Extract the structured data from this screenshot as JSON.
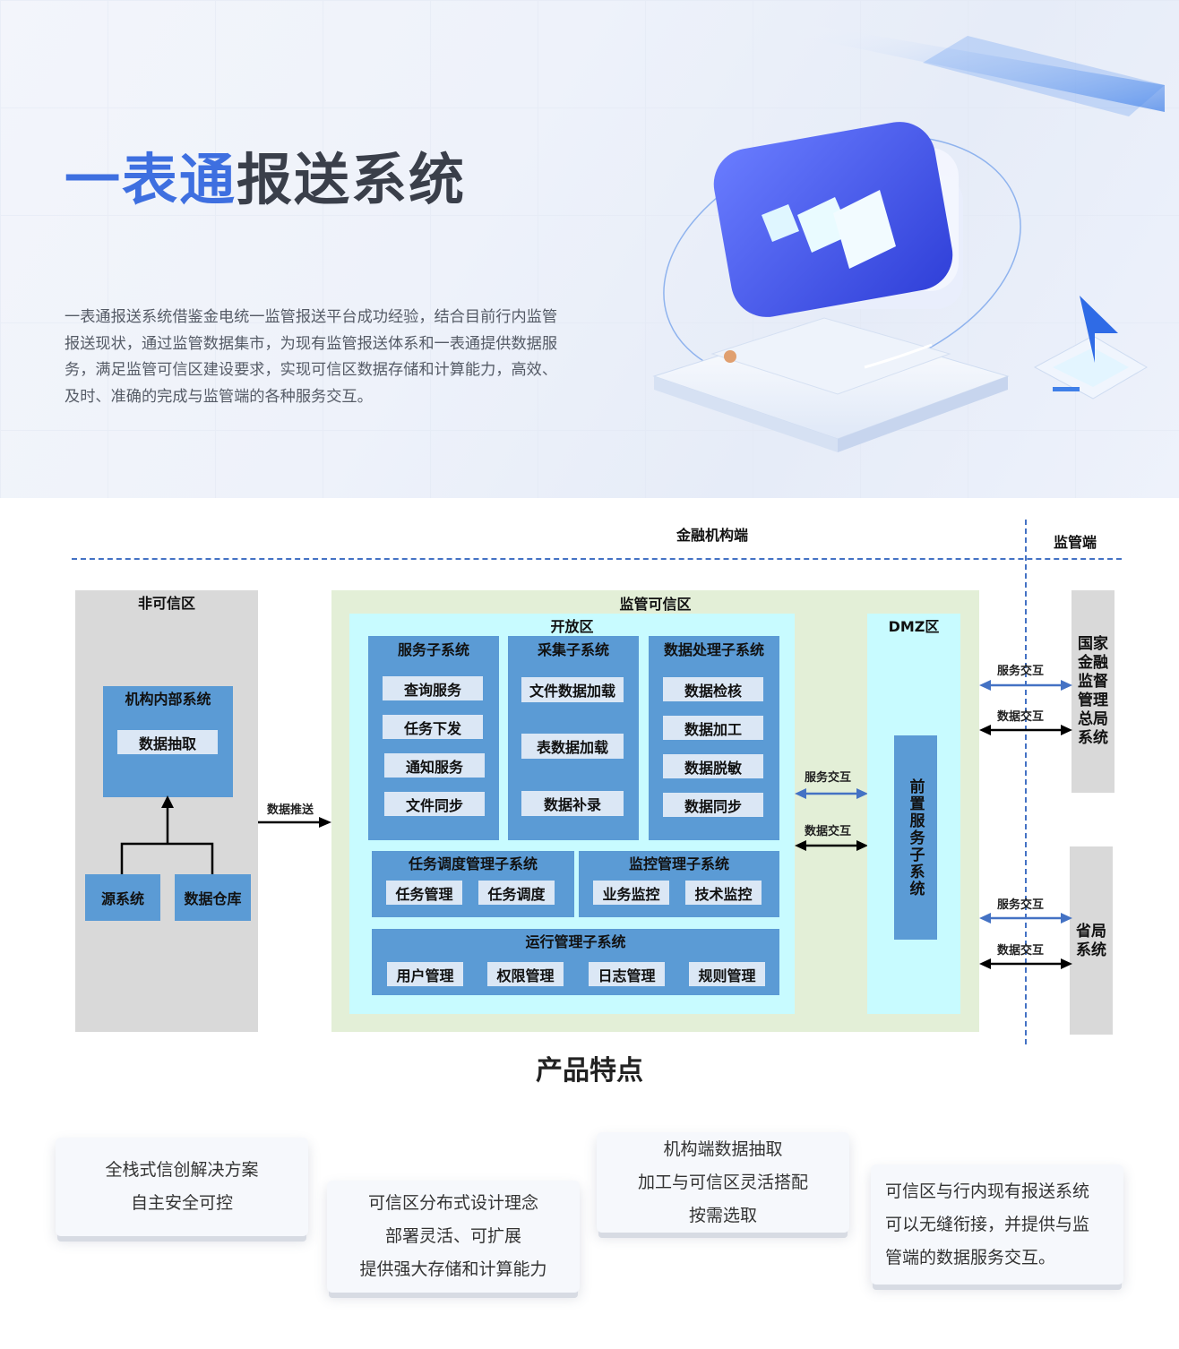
{
  "hero": {
    "title_accent": "一表通",
    "title_rest": "报送系统",
    "description": "一表通报送系统借鉴金电统一监管报送平台成功经验，结合目前行内监管报送现状，通过监管数据集市，为现有监管报送体系和一表通提供数据服务，满足监管可信区建设要求，实现可信区数据存储和计算能力，高效、及时、准确的完成与监管端的各种服务交互。"
  },
  "diagram": {
    "institution_side": "金融机构端",
    "regulator_side": "监管端",
    "untrusted_zone": {
      "title": "非可信区",
      "internal_system": "机构内部系统",
      "data_extraction": "数据抽取",
      "source_system": "源系统",
      "data_warehouse": "数据仓库"
    },
    "data_push": "数据推送",
    "trusted_zone": {
      "title": "监管可信区",
      "open_zone": "开放区",
      "service_subsystem": {
        "title": "服务子系统",
        "items": [
          "查询服务",
          "任务下发",
          "通知服务",
          "文件同步"
        ]
      },
      "collection_subsystem": {
        "title": "采集子系统",
        "items": [
          "文件数据加载",
          "表数据加载",
          "数据补录"
        ]
      },
      "processing_subsystem": {
        "title": "数据处理子系统",
        "items": [
          "数据检核",
          "数据加工",
          "数据脱敏",
          "数据同步"
        ]
      },
      "scheduling_subsystem": {
        "title": "任务调度管理子系统",
        "items": [
          "任务管理",
          "任务调度"
        ]
      },
      "monitoring_subsystem": {
        "title": "监控管理子系统",
        "items": [
          "业务监控",
          "技术监控"
        ]
      },
      "operations_subsystem": {
        "title": "运行管理子系统",
        "items": [
          "用户管理",
          "权限管理",
          "日志管理",
          "规则管理"
        ]
      },
      "dmz": {
        "title": "DMZ区",
        "front_service": "前置服务子系统"
      }
    },
    "service_interaction": "服务交互",
    "data_interaction": "数据交互",
    "national_regulator": "国家金融监督管理总局系统",
    "provincial_regulator": "省局系统"
  },
  "features": {
    "title": "产品特点",
    "cards": [
      {
        "lines": [
          "全栈式信创解决方案",
          "自主安全可控"
        ]
      },
      {
        "lines": [
          "可信区分布式设计理念",
          "部署灵活、可扩展",
          "提供强大存储和计算能力"
        ]
      },
      {
        "lines": [
          "机构端数据抽取",
          "加工与可信区灵活搭配",
          "按需选取"
        ]
      },
      {
        "lines": [
          "可信区与行内现有报送系统",
          "可以无缝衔接，并提供与监",
          "管端的数据服务交互。"
        ]
      }
    ]
  }
}
